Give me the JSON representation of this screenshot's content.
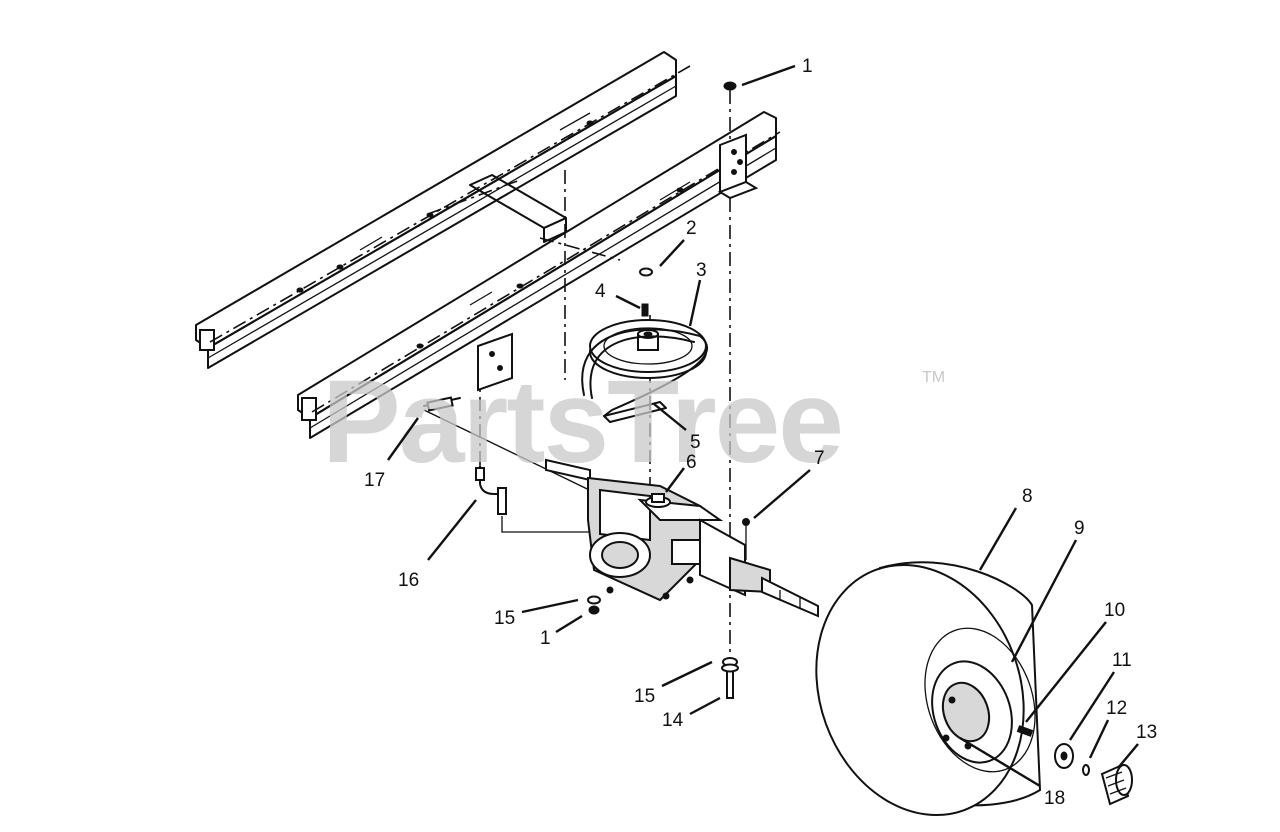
{
  "watermark": {
    "text": "PartsTree",
    "trademark": "TM"
  },
  "callouts": [
    "1",
    "2",
    "3",
    "4",
    "5",
    "6",
    "7",
    "8",
    "9",
    "10",
    "11",
    "12",
    "13",
    "14",
    "15",
    "16",
    "17",
    "18",
    "15",
    "1"
  ],
  "colors": {
    "ink": "#111111",
    "watermark": "#c8c8c8",
    "background": "#ffffff"
  }
}
